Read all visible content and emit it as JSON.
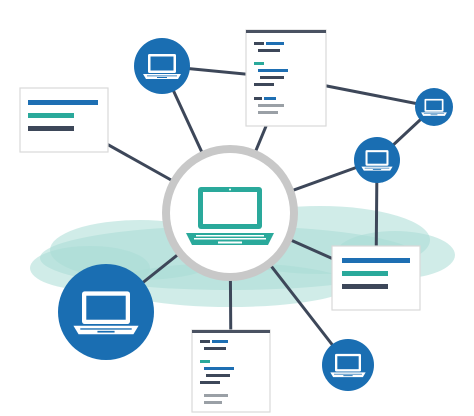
{
  "colors": {
    "background": "#ffffff",
    "connector": "#3d4759",
    "node_blue": "#1a6eb2",
    "node_blue_dark": "#155e9a",
    "hub_ring": "#c8c8c8",
    "hub_fill": "#ffffff",
    "teal": "#2aa99b",
    "cloud": "#a9dcd5",
    "card_bg": "#ffffff",
    "card_border": "#d9d9d9",
    "card_top_bar": "#4a5262",
    "bar_blue": "#1e6fb3",
    "bar_teal": "#2aa99b",
    "bar_dark": "#3d4759",
    "code_gray": "#9aa0a6"
  },
  "icons": {
    "hub": "laptop-icon",
    "device": "laptop-icon",
    "document": "code-document-icon",
    "panel": "bar-chart-card-icon"
  },
  "nodes": [
    {
      "id": "hub",
      "kind": "hub"
    },
    {
      "id": "laptop-top",
      "kind": "device"
    },
    {
      "id": "laptop-right-small",
      "kind": "device"
    },
    {
      "id": "laptop-right-mid",
      "kind": "device"
    },
    {
      "id": "laptop-bottom-right",
      "kind": "device"
    },
    {
      "id": "laptop-large-left",
      "kind": "device"
    },
    {
      "id": "doc-top",
      "kind": "document"
    },
    {
      "id": "doc-bottom",
      "kind": "document"
    },
    {
      "id": "panel-left",
      "kind": "panel"
    },
    {
      "id": "panel-right",
      "kind": "panel"
    }
  ],
  "edges": [
    {
      "from": "hub",
      "to": "panel-left"
    },
    {
      "from": "hub",
      "to": "laptop-top"
    },
    {
      "from": "hub",
      "to": "doc-top"
    },
    {
      "from": "hub",
      "to": "laptop-right-mid"
    },
    {
      "from": "hub",
      "to": "panel-right"
    },
    {
      "from": "hub",
      "to": "laptop-bottom-right"
    },
    {
      "from": "hub",
      "to": "doc-bottom"
    },
    {
      "from": "hub",
      "to": "laptop-large-left"
    },
    {
      "from": "laptop-top",
      "to": "doc-top"
    },
    {
      "from": "doc-top",
      "to": "laptop-right-small"
    },
    {
      "from": "laptop-right-small",
      "to": "laptop-right-mid"
    },
    {
      "from": "laptop-right-mid",
      "to": "panel-right"
    }
  ]
}
